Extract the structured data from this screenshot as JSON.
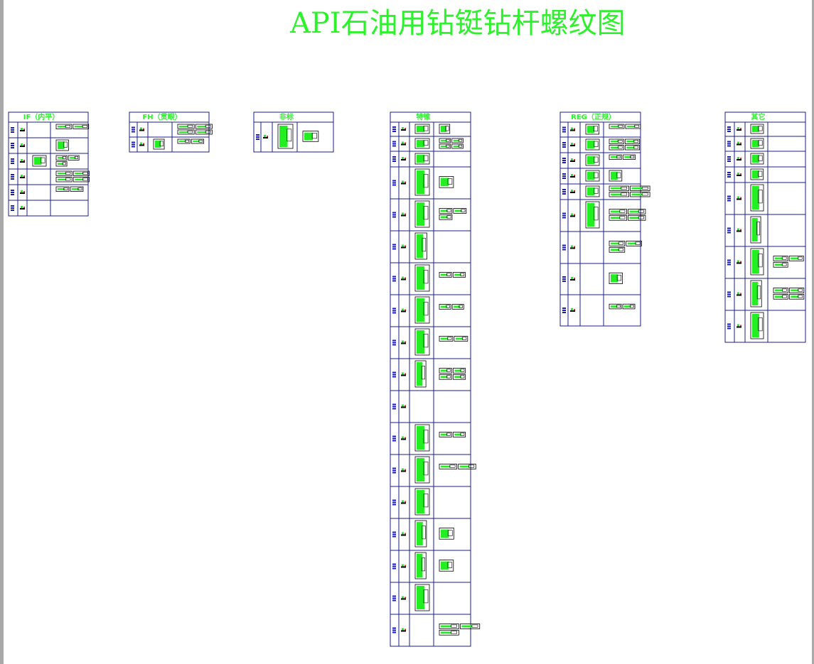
{
  "page": {
    "title": "API石油用钻铤钻杆螺纹图"
  },
  "colors": {
    "title": "#2cf22c",
    "frame": "#1c1c8c",
    "header_text": "#2cf22c",
    "row_label": "#1c1cbc",
    "drawing_green": "#22ee22",
    "drawing_black": "#000000",
    "drawing_red": "#d03a1a",
    "background": "#ffffff",
    "side_bar": "#a9a9a9"
  },
  "groups": [
    {
      "name": "IF（内平）",
      "rows": 6
    },
    {
      "name": "FH（贯眼）",
      "rows": 2
    },
    {
      "name": "非标",
      "rows": 1
    },
    {
      "name": "特锥",
      "rows": 18
    },
    {
      "name": "REG（正规）",
      "rows": 9
    },
    {
      "name": "其它",
      "rows": 9
    }
  ]
}
